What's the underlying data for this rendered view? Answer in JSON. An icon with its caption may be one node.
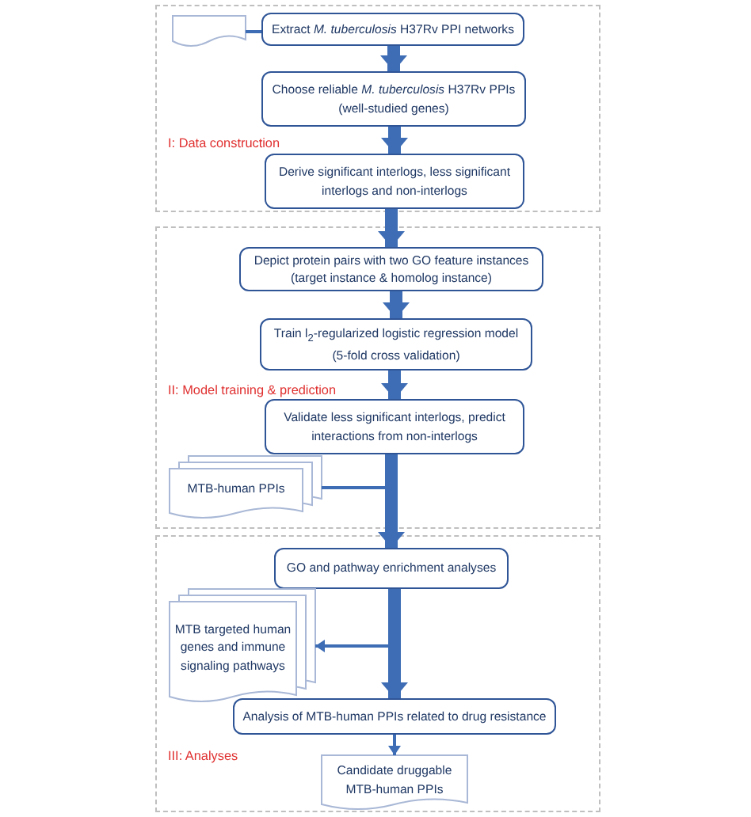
{
  "diagram": {
    "nodes": [
      {
        "text": [
          "I: Data construction"
        ]
      },
      {
        "text": [],
        "shape": "document",
        "in": 0
      },
      {
        "text": [
          "Extract *M. tuberculosis* H37Rv PPI networks"
        ],
        "in": 0
      },
      {
        "text": [
          "Choose reliable *M. tuberculosis* H37Rv PPIs (well-studied genes)"
        ],
        "in": 0
      },
      {
        "text": [
          "Derive significant interlogs, less significant interlogs and non-interlogs"
        ],
        "in": 0
      },
      {
        "text": [
          "II: Model training & prediction"
        ]
      },
      {
        "text": [
          "Depict protein pairs with two GO feature instances (target instance & homolog instance)"
        ],
        "in": 5
      },
      {
        "text": [
          "Train l$_{2}$-regularized logistic regression model (5-fold cross validation)"
        ],
        "in": 5
      },
      {
        "text": [
          "Validate less significant interlogs, predict interactions from non-interlogs"
        ],
        "in": 5
      },
      {
        "text": [
          "MTB-human PPIs"
        ],
        "in": 5
      },
      {
        "text": [
          "III: Analyses"
        ]
      },
      {
        "text": [
          "GO and pathway enrichment analyses"
        ],
        "in": 10
      },
      {
        "text": [
          "MTB targeted human genes and immune signaling pathways"
        ],
        "in": 10
      },
      {
        "text": [
          "Analysis of MTB-human PPIs related to drug resistance"
        ],
        "in": 10
      },
      {
        "text": [
          "Candidate druggable MTB-human PPIs"
        ],
        "in": 10
      }
    ],
    "edges": [
      {
        "from": 1,
        "to": 2,
        "arrow": "none"
      },
      {
        "from": 2,
        "to": 3,
        "arrow": "to"
      },
      {
        "from": 3,
        "to": 4,
        "arrow": "to"
      },
      {
        "from": 4,
        "to": 6,
        "arrow": "to"
      },
      {
        "from": 6,
        "to": 7,
        "arrow": "to"
      },
      {
        "from": 7,
        "to": 8,
        "arrow": "to"
      },
      {
        "from": 8,
        "to": 11,
        "arrow": "to"
      },
      {
        "from": 8,
        "to": 9,
        "arrow": "none"
      },
      {
        "from": 11,
        "to": 13,
        "arrow": "to"
      },
      {
        "from": 11,
        "to": 12,
        "arrow": "to"
      },
      {
        "from": 13,
        "to": 14,
        "arrow": "to"
      }
    ]
  }
}
